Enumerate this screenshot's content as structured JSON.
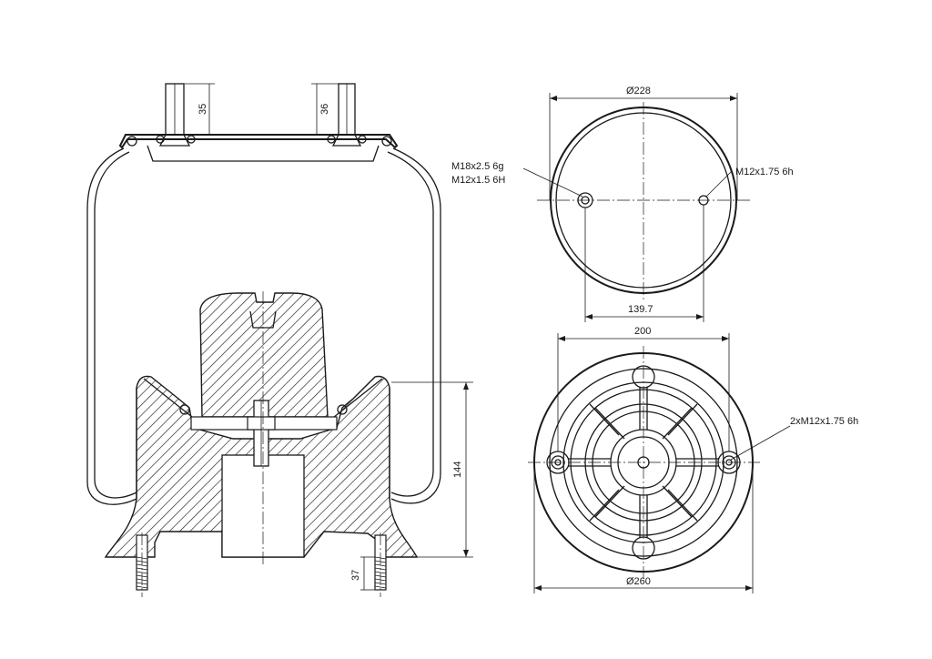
{
  "side_view": {
    "dim_stud_left": "35",
    "dim_stud_right": "36",
    "dim_height": "144",
    "dim_bottom_stud": "37"
  },
  "top_view": {
    "dim_diameter": "Ø228",
    "thread_left_1": "M18x2.5 6g",
    "thread_left_2": "M12x1.5 6H",
    "thread_right": "M12x1.75 6h",
    "dim_spacing": "139.7"
  },
  "bottom_view": {
    "dim_width": "200",
    "dim_diameter": "Ø260",
    "thread_label": "2xM12x1.75 6h"
  }
}
